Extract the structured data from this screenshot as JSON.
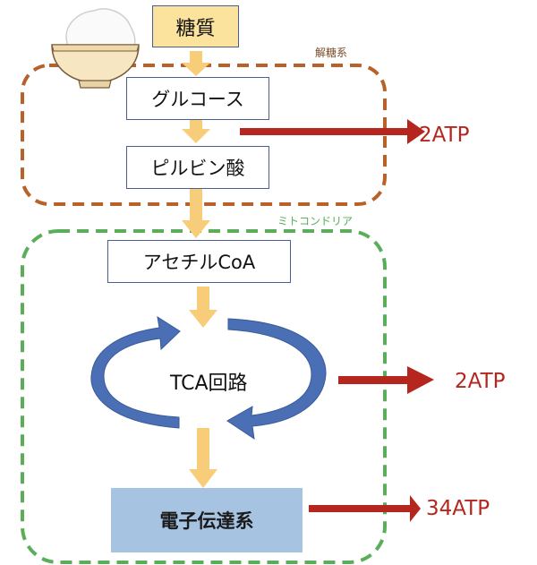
{
  "diagram": {
    "title": "Glucose metabolism ATP production",
    "inputs": {
      "sugar_label": "糖質",
      "icon": "rice-bowl-icon"
    },
    "regions": {
      "glycolysis": {
        "label": "解糖系",
        "color": "#b8622a"
      },
      "mitochondria": {
        "label": "ミトコンドリア",
        "color": "#5aae5a"
      }
    },
    "steps": {
      "glucose": "グルコース",
      "pyruvate": "ピルビン酸",
      "acetyl_coa": "アセチルCoA",
      "tca_cycle": "TCA回路",
      "electron_transport": "電子伝達系"
    },
    "outputs": {
      "glycolysis_atp": "2ATP",
      "tca_atp": "2ATP",
      "etc_atp": "34ATP"
    },
    "colors": {
      "flow_arrow": "#f7cd7a",
      "atp_arrow": "#b5261f",
      "cycle_arrow": "#4a6fb5",
      "sugar_fill": "#fbe39e",
      "etc_fill": "#a6c3e2",
      "box_border": "#4a5d94"
    }
  }
}
